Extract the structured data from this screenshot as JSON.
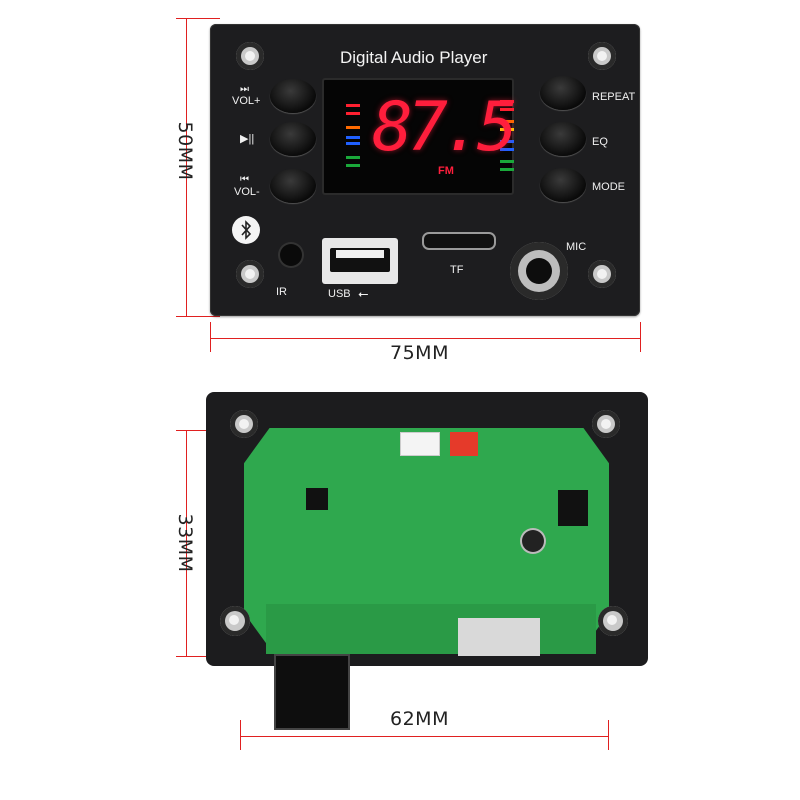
{
  "front_panel": {
    "title": "Digital Audio Player",
    "display_value": "87.5",
    "display_mode": "FM",
    "left_buttons": [
      "VOL+",
      "",
      "VOL-"
    ],
    "left_button_icons": [
      "next-track-icon",
      "play-pause-icon",
      "previous-track-icon"
    ],
    "right_buttons": [
      "REPEAT",
      "EQ",
      "MODE"
    ],
    "ir_label": "IR",
    "usb_label": "USB",
    "tf_label": "TF",
    "mic_label": "MIC"
  },
  "dimensions": {
    "front_height": "50MM",
    "front_width": "75MM",
    "back_height": "33MM",
    "back_width": "62MM"
  },
  "colors": {
    "dimension_line": "#e02020",
    "panel": "#1d1d1f",
    "led_red": "#ff1e3c",
    "pcb_green": "#2fa84e"
  }
}
